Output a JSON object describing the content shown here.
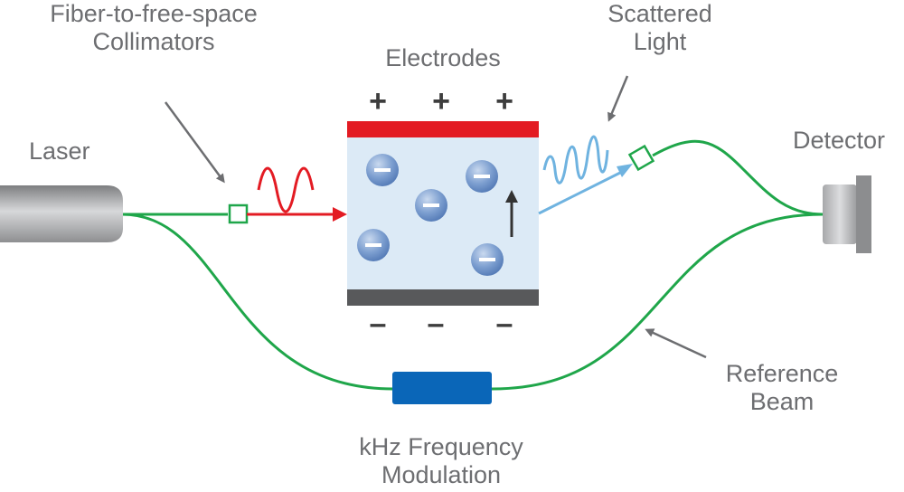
{
  "labels": {
    "collimators_line1": "Fiber-to-free-space",
    "collimators_line2": "Collimators",
    "electrodes": "Electrodes",
    "scattered_line1": "Scattered",
    "scattered_line2": "Light",
    "laser": "Laser",
    "detector": "Detector",
    "reference_line1": "Reference",
    "reference_line2": "Beam",
    "modulation_line1": "kHz Frequency",
    "modulation_line2": "Modulation"
  },
  "signs": {
    "plus": "+",
    "minus": "–",
    "particle": "–"
  },
  "colors": {
    "fiber": "#1fa64a",
    "incident_light": "#e31b23",
    "scattered_light": "#6fb3e0",
    "positive_electrode": "#e31b23",
    "negative_electrode": "#58595b",
    "cell": "#dceaf6",
    "modulator": "#0a66b8",
    "text": "#6d6e71"
  },
  "icons": {
    "collimator": "collimator-square-icon",
    "particle": "negative-particle-icon",
    "laser": "laser-cylinder-icon",
    "detector": "detector-icon"
  }
}
